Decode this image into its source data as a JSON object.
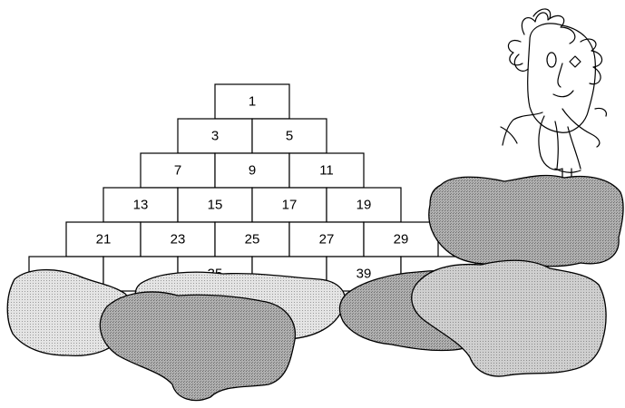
{
  "pyramid": {
    "rows": [
      [
        "1"
      ],
      [
        "3",
        "5"
      ],
      [
        "7",
        "9",
        "11"
      ],
      [
        "13",
        "15",
        "17",
        "19"
      ],
      [
        "21",
        "23",
        "25",
        "27",
        "29"
      ],
      [
        "",
        "",
        "35",
        "",
        "39",
        ""
      ]
    ]
  },
  "colors": {
    "brick_fill": "#ffffff",
    "rock_light": "#d6d6d6",
    "rock_dark": "#a8a8a8",
    "rock_mid": "#bdbdbd",
    "outline": "#000000"
  }
}
